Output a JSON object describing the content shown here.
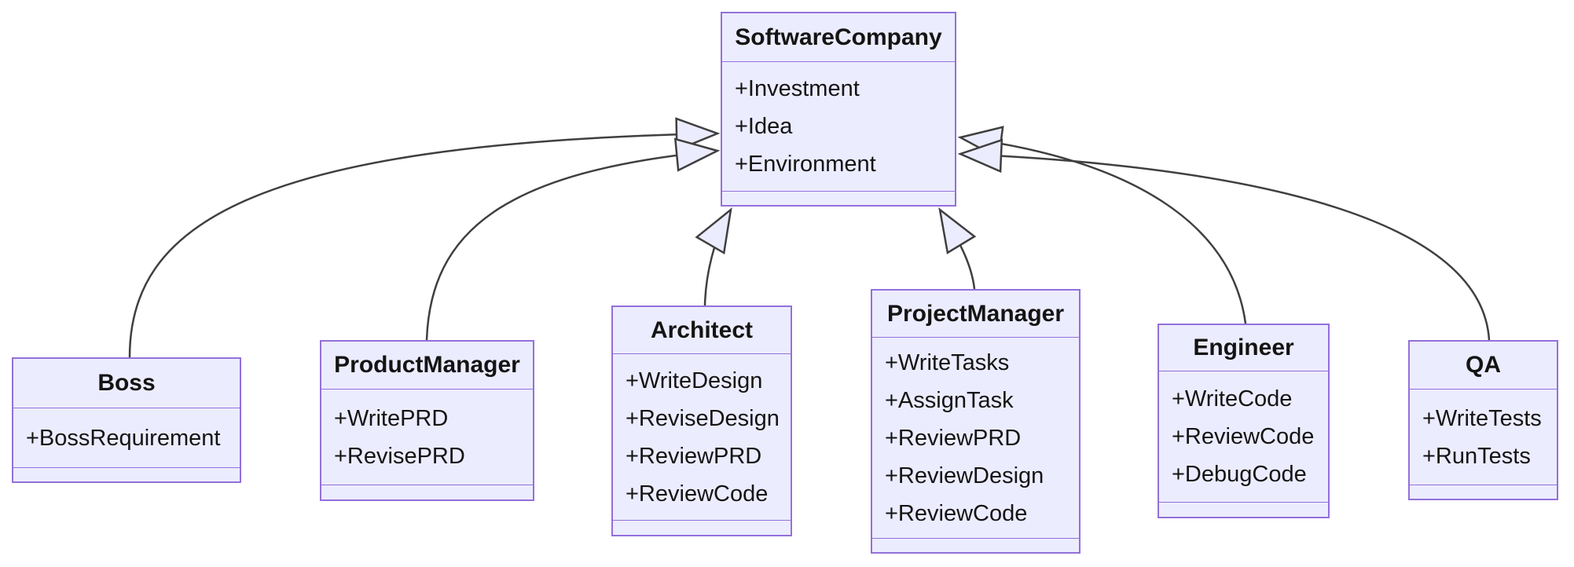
{
  "diagram": {
    "type": "uml-class-diagram",
    "relationship_type": "inheritance",
    "colors": {
      "box_fill": "#ECECFF",
      "box_border": "#9370DB",
      "edge_line": "#3f3f3f",
      "arrowhead_fill": "#ECECFF",
      "text": "#141414",
      "background": "#FFFFFF"
    }
  },
  "classes": [
    {
      "name": "SoftwareCompany",
      "members": [
        "+Investment",
        "+Idea",
        "+Environment"
      ]
    },
    {
      "name": "Boss",
      "members": [
        "+BossRequirement"
      ]
    },
    {
      "name": "ProductManager",
      "members": [
        "+WritePRD",
        "+RevisePRD"
      ]
    },
    {
      "name": "Architect",
      "members": [
        "+WriteDesign",
        "+ReviseDesign",
        "+ReviewPRD",
        "+ReviewCode"
      ]
    },
    {
      "name": "ProjectManager",
      "members": [
        "+WriteTasks",
        "+AssignTask",
        "+ReviewPRD",
        "+ReviewDesign",
        "+ReviewCode"
      ]
    },
    {
      "name": "Engineer",
      "members": [
        "+WriteCode",
        "+ReviewCode",
        "+DebugCode"
      ]
    },
    {
      "name": "QA",
      "members": [
        "+WriteTests",
        "+RunTests"
      ]
    }
  ],
  "relations": [
    {
      "from": "Boss",
      "to": "SoftwareCompany",
      "type": "inheritance"
    },
    {
      "from": "ProductManager",
      "to": "SoftwareCompany",
      "type": "inheritance"
    },
    {
      "from": "Architect",
      "to": "SoftwareCompany",
      "type": "inheritance"
    },
    {
      "from": "ProjectManager",
      "to": "SoftwareCompany",
      "type": "inheritance"
    },
    {
      "from": "Engineer",
      "to": "SoftwareCompany",
      "type": "inheritance"
    },
    {
      "from": "QA",
      "to": "SoftwareCompany",
      "type": "inheritance"
    }
  ]
}
